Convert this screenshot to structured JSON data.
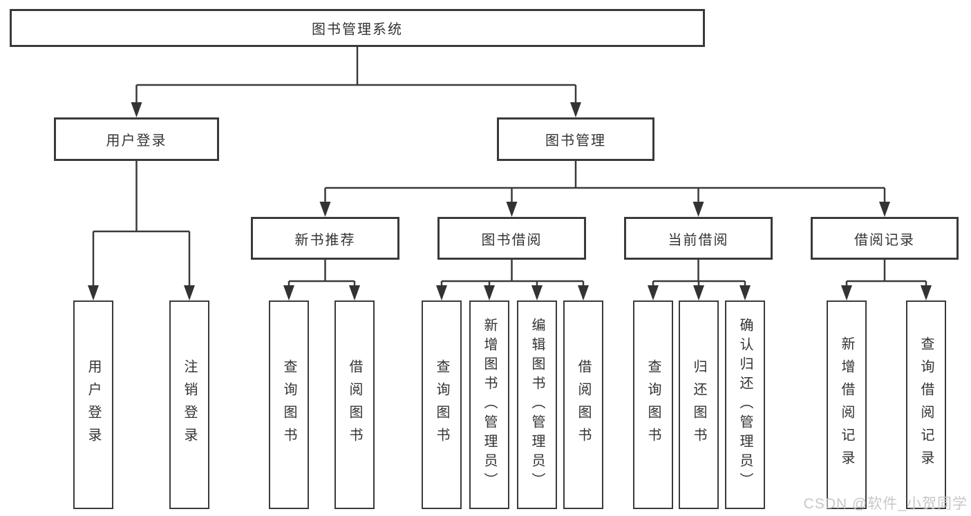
{
  "tree": {
    "root": {
      "label": "图书管理系统"
    },
    "children": [
      {
        "label": "用户登录",
        "children": [
          {
            "label": "用户登录"
          },
          {
            "label": "注销登录"
          }
        ]
      },
      {
        "label": "图书管理",
        "children": [
          {
            "label": "新书推荐",
            "children": [
              {
                "label": "查询图书"
              },
              {
                "label": "借阅图书"
              }
            ]
          },
          {
            "label": "图书借阅",
            "children": [
              {
                "label": "查询图书"
              },
              {
                "label": "新增图书（管理员）"
              },
              {
                "label": "编辑图书（管理员）"
              },
              {
                "label": "借阅图书"
              }
            ]
          },
          {
            "label": "当前借阅",
            "children": [
              {
                "label": "查询图书"
              },
              {
                "label": "归还图书"
              },
              {
                "label": "确认归还（管理员）"
              }
            ]
          },
          {
            "label": "借阅记录",
            "children": [
              {
                "label": "新增借阅记录"
              },
              {
                "label": "查询借阅记录"
              }
            ]
          }
        ]
      }
    ]
  },
  "watermark": {
    "text": "CSDN @软件_小贺同学"
  },
  "colors": {
    "background": "#ffffff",
    "box_border": "#3a3a3a",
    "connector_line": "#3a3a3a",
    "text": "#333333",
    "watermark_text": "#c9c6c6"
  }
}
